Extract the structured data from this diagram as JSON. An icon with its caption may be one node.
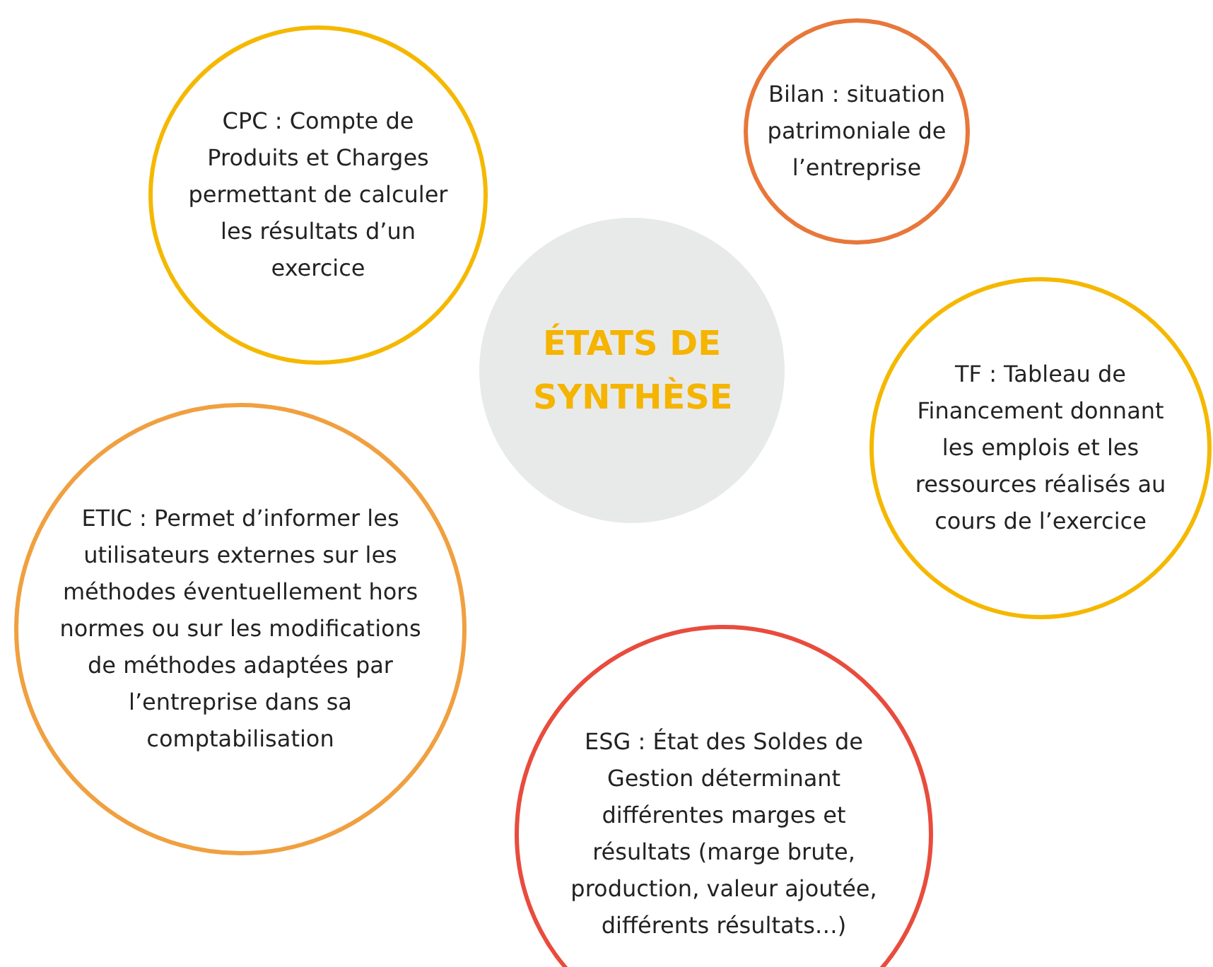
{
  "diagram": {
    "nodes": [
      {
        "text": [
          "CPC : Compte de Produits et Charges permettant de calculer les résultats d’un exercice"
        ]
      },
      {
        "text": [
          "Bilan : situation patrimoniale de l’entreprise"
        ]
      },
      {
        "text": [
          "ÉTATS DE SYNTHÈSE"
        ]
      },
      {
        "text": [
          "TF : Tableau de Financement donnant les emplois et les ressources réalisés au cours de l’exercice"
        ]
      },
      {
        "text": [
          "ETIC : Permet d’informer les utilisateurs externes sur les méthodes éventuellement hors normes ou sur les modifications de méthodes adaptées par l’entreprise dans sa comptabilisation"
        ]
      },
      {
        "text": [
          "ESG : État des Soldes de Gestion déterminant différentes marges et résultats (marge brute, production, valeur ajoutée, différents résultats…)"
        ]
      }
    ]
  }
}
